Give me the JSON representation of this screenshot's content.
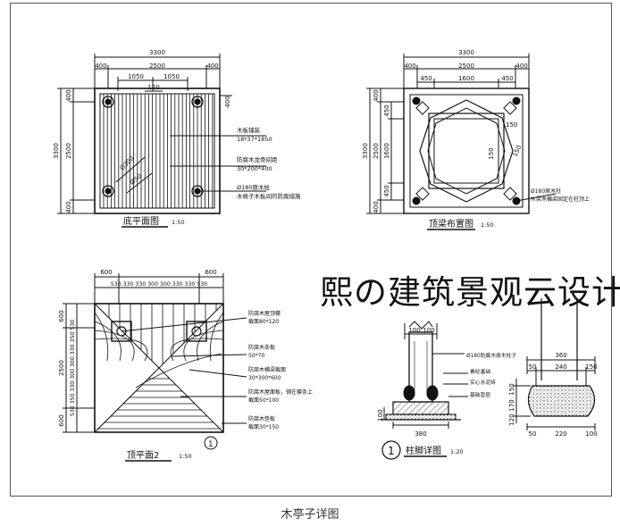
{
  "plan1": {
    "title": "底平面图",
    "scale": "1:50",
    "dim_top_total": "3300",
    "dim_top_a": "400",
    "dim_top_b": "2500",
    "dim_top_c": "400",
    "dim_top_d": "1050",
    "dim_top_e": "1050",
    "dim_top_f": "120",
    "dim_left_total": "3300",
    "dim_left_a": "400",
    "dim_left_b": "2500",
    "dim_left_c": "400",
    "dim_right_small": "400",
    "diag_a": "Ø300",
    "diag_b": "Ø50",
    "note1_a": "木板铺装",
    "note1_b": "18*37*1850",
    "note2_a": "防腐木龙骨间距",
    "note2_b": "30*200*400",
    "note3_a": "Ø180原木柱",
    "note3_b": "木格子木板间的防腐措施"
  },
  "plan2": {
    "title": "顶梁布置图",
    "scale": "1:50",
    "dim_top_total": "3300",
    "dim_top_a": "400",
    "dim_top_b": "2500",
    "dim_top_c": "400",
    "dim_top_d": "450",
    "dim_top_e": "1600",
    "dim_top_f": "450",
    "dim_left_total": "3300",
    "dim_left_a": "400",
    "dim_left_b": "2500",
    "dim_left_c": "400",
    "dim_inner_a": "450",
    "dim_inner_b": "1600",
    "dim_inner_c": "450",
    "dim_mid": "150",
    "dim_corner": "150",
    "dim_side": "150",
    "note1_a": "Ø180原木柱",
    "note1_b": "木梁木横梁固定在柱顶上"
  },
  "plan3": {
    "title": "顶平面2",
    "scale": "1:50",
    "dim_top_a": "600",
    "dim_top_b": "600",
    "dim_top_seq": "530 330 330 300 300 330 330 530",
    "dim_left_a": "600",
    "dim_left_b": "2500",
    "dim_left_c": "600",
    "dim_left_seq": "530 350 330 300 300 330 350 530",
    "callout": "1",
    "note1_a": "防腐木屋顶檩",
    "note1_b": "截面80*120",
    "note2_a": "防腐木条板",
    "note2_b": "50*70",
    "note3_a": "防腐木横梁截面",
    "note3_b": "30*300*600",
    "note4_a": "防腐木屋面板，铺在檩条上",
    "note4_b": "截面50*100",
    "note5_a": "防腐木垫板",
    "note5_b": "截面30*150"
  },
  "detail": {
    "circle_no": "1",
    "title": "柱脚详图",
    "scale": "1:20",
    "dim_top_a": "100",
    "dim_top_b": "100",
    "dim_bottom": "380",
    "dim_side": "100",
    "note1": "Ø180防腐木原木柱子",
    "note2": "素砼基础",
    "note3": "实心水泥砖",
    "note4": "基础垫层"
  },
  "section": {
    "dim_top": "360",
    "dim_a": "50",
    "dim_b": "240",
    "dim_c": "150",
    "dim_left_a": "150",
    "dim_left_b": "170",
    "dim_left_c": "120",
    "dim_bottom_a": "50",
    "dim_bottom_b": "220",
    "dim_bottom_c": "100"
  },
  "watermark": "熙の建筑景观云设计",
  "caption": "木亭子详图"
}
